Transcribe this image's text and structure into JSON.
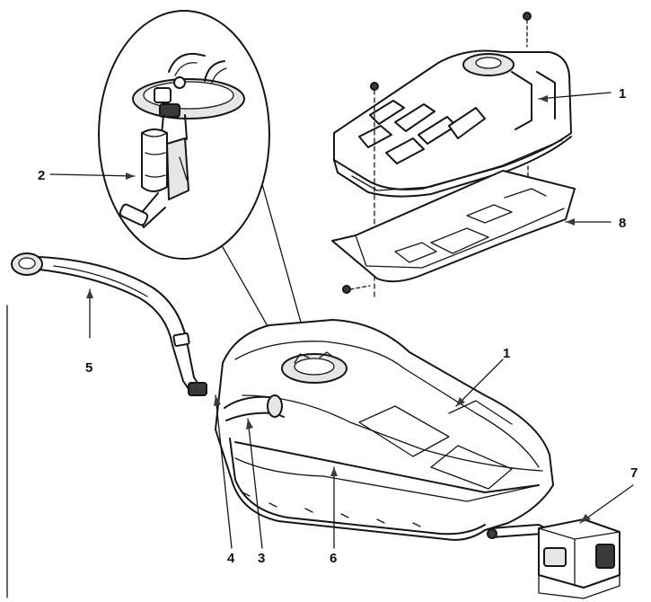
{
  "callouts": [
    {
      "id": "1a",
      "text": "1"
    },
    {
      "id": "1b",
      "text": "1"
    },
    {
      "id": "2",
      "text": "2"
    },
    {
      "id": "3",
      "text": "3"
    },
    {
      "id": "4",
      "text": "4"
    },
    {
      "id": "5",
      "text": "5"
    },
    {
      "id": "6",
      "text": "6"
    },
    {
      "id": "7",
      "text": "7"
    },
    {
      "id": "8",
      "text": "8"
    }
  ],
  "colors": {
    "ink": "#161616",
    "paper": "#ffffff",
    "shade": "#e6e6e6"
  }
}
